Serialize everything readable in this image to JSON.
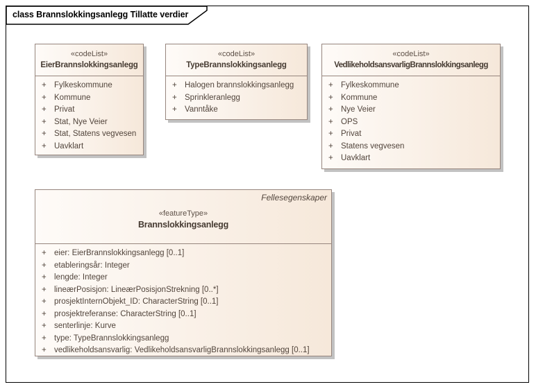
{
  "diagram": {
    "title": "class Brannslokkingsanlegg Tillatte verdier"
  },
  "colors": {
    "frame_border": "#000000",
    "box_border": "#96857d",
    "box_fill_left": "#fefbf8",
    "box_fill_right": "#f6e8da",
    "box_shadow": "#c2c2c2",
    "text": "#51443b"
  },
  "code_lists": [
    {
      "stereotype": "«codeList»",
      "name": "EierBrannslokkingsanlegg",
      "items": [
        {
          "vis": "+",
          "label": "Fylkeskommune"
        },
        {
          "vis": "+",
          "label": "Kommune"
        },
        {
          "vis": "+",
          "label": "Privat"
        },
        {
          "vis": "+",
          "label": "Stat, Nye Veier"
        },
        {
          "vis": "+",
          "label": "Stat, Statens vegvesen"
        },
        {
          "vis": "+",
          "label": "Uavklart"
        }
      ]
    },
    {
      "stereotype": "«codeList»",
      "name": "TypeBrannslokkingsanlegg",
      "items": [
        {
          "vis": "+",
          "label": "Halogen brannslokkingsanlegg"
        },
        {
          "vis": "+",
          "label": "Sprinkleranlegg"
        },
        {
          "vis": "+",
          "label": "Vanntåke"
        }
      ]
    },
    {
      "stereotype": "«codeList»",
      "name": "VedlikeholdsansvarligBrannslokkingsanlegg",
      "items": [
        {
          "vis": "+",
          "label": "Fylkeskommune"
        },
        {
          "vis": "+",
          "label": "Kommune"
        },
        {
          "vis": "+",
          "label": "Nye Veier"
        },
        {
          "vis": "+",
          "label": "OPS"
        },
        {
          "vis": "+",
          "label": "Privat"
        },
        {
          "vis": "+",
          "label": "Statens vegvesen"
        },
        {
          "vis": "+",
          "label": "Uavklart"
        }
      ]
    }
  ],
  "feature_type": {
    "package_label": "Fellesegenskaper",
    "stereotype": "«featureType»",
    "name": "Brannslokkingsanlegg",
    "attributes": [
      {
        "vis": "+",
        "label": "eier: EierBrannslokkingsanlegg [0..1]"
      },
      {
        "vis": "+",
        "label": "etableringsår: Integer"
      },
      {
        "vis": "+",
        "label": "lengde: Integer"
      },
      {
        "vis": "+",
        "label": "lineærPosisjon: LineærPosisjonStrekning [0..*]"
      },
      {
        "vis": "+",
        "label": "prosjektInternObjekt_ID: CharacterString [0..1]"
      },
      {
        "vis": "+",
        "label": "prosjektreferanse: CharacterString [0..1]"
      },
      {
        "vis": "+",
        "label": "senterlinje: Kurve"
      },
      {
        "vis": "+",
        "label": "type: TypeBrannslokkingsanlegg"
      },
      {
        "vis": "+",
        "label": "vedlikeholdsansvarlig: VedlikeholdsansvarligBrannslokkingsanlegg [0..1]"
      }
    ]
  }
}
